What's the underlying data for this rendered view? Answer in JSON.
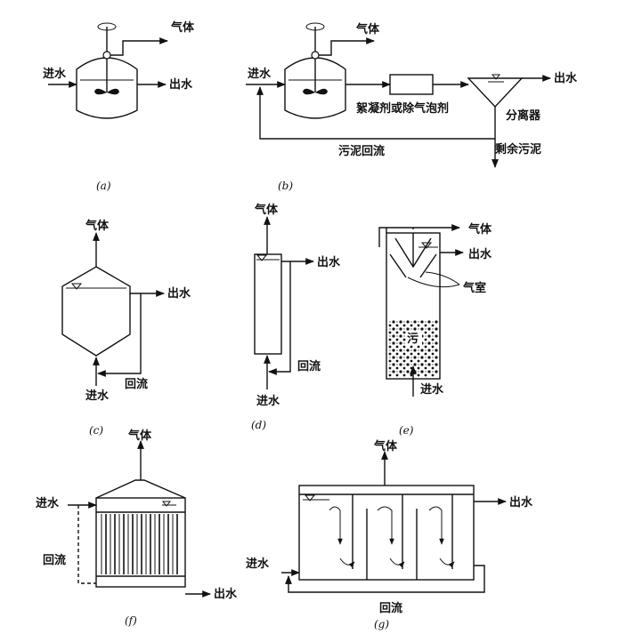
{
  "labels": {
    "gas": "气体",
    "inflow": "进水",
    "outflow": "出水",
    "recycle": "回流",
    "flocculant": "絮凝剂或除气泡剂",
    "separator": "分离器",
    "sludge_recycle": "污泥回流",
    "excess_sludge": "剩余污泥",
    "gas_chamber": "气室",
    "sludge": "污"
  },
  "captions": {
    "a": "(a)",
    "b": "(b)",
    "c": "(c)",
    "d": "(d)",
    "e": "(e)",
    "f": "(f)",
    "g": "(g)"
  }
}
